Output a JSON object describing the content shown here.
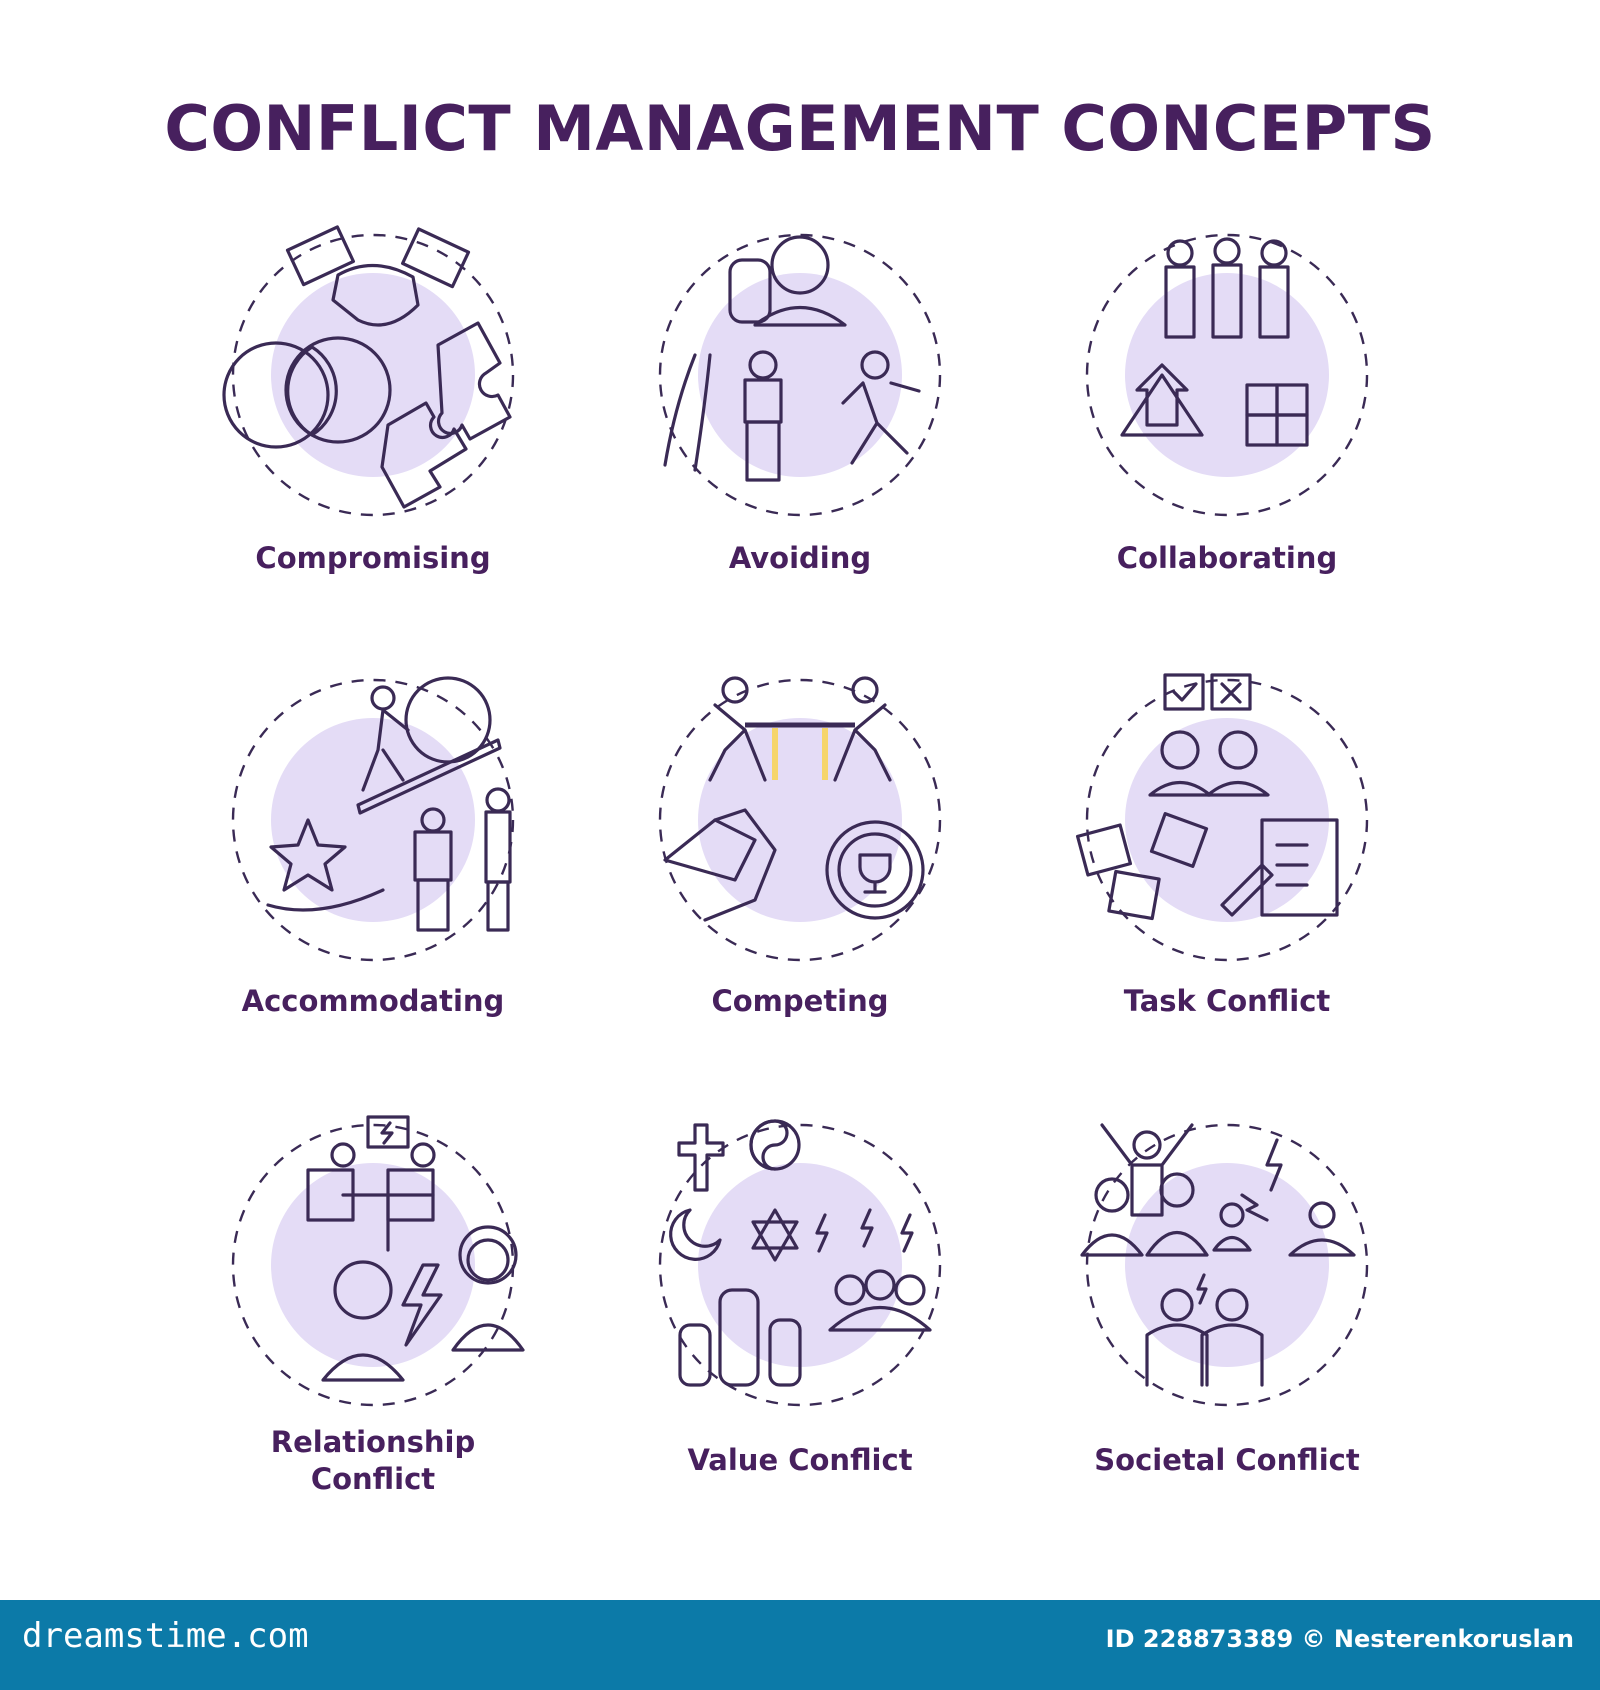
{
  "title": "CONFLICT MANAGEMENT CONCEPTS",
  "concepts": [
    {
      "label": "Compromising"
    },
    {
      "label": "Avoiding"
    },
    {
      "label": "Collaborating"
    },
    {
      "label": "Accommodating"
    },
    {
      "label": "Competing"
    },
    {
      "label": "Task Conflict"
    },
    {
      "label": "Relationship\nConflict"
    },
    {
      "label": "Value Conflict"
    },
    {
      "label": "Societal Conflict"
    }
  ],
  "footer": {
    "brand": "dreamstime.com",
    "credit": "ID 228873389 © Nesterenkoruslan"
  },
  "colors": {
    "title": "#47205e",
    "circle_fill": "#e4dcf6",
    "purple": "#9d8ee3",
    "pink": "#ee6f87",
    "yellow": "#f6d56a",
    "outline": "#3a2a55",
    "footer_bg": "#0c7aa8"
  }
}
